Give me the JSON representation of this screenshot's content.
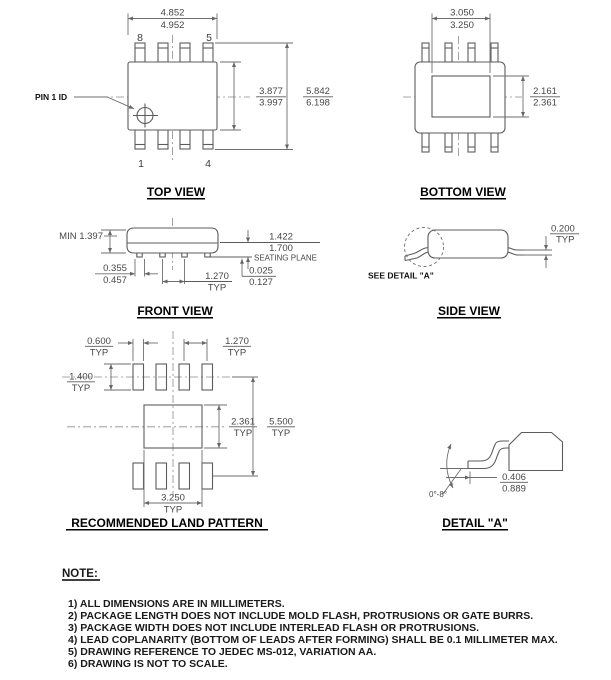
{
  "shared": {
    "typ": "TYP"
  },
  "views": {
    "top": {
      "title": "TOP VIEW",
      "pin1_id": "PIN 1 ID",
      "pin8": "8",
      "pin5": "5",
      "pin1": "1",
      "pin4": "4",
      "w_min": "4.852",
      "w_max": "4.952",
      "body_min": "3.877",
      "body_max": "3.997",
      "oa_min": "5.842",
      "oa_max": "6.198"
    },
    "bottom": {
      "title": "BOTTOM VIEW",
      "w_min": "3.050",
      "w_max": "3.250",
      "h_min": "2.161",
      "h_max": "2.361"
    },
    "front": {
      "title": "FRONT VIEW",
      "min_height": "MIN 1.397",
      "h_min": "1.422",
      "h_max": "1.700",
      "seating": "SEATING PLANE",
      "lw_min": "0.355",
      "lw_max": "0.457",
      "pitch": "1.270",
      "standoff_min": "0.025",
      "standoff_max": "0.127"
    },
    "side": {
      "title": "SIDE VIEW",
      "see_detail": "SEE DETAIL \"A\"",
      "thickness": "0.200"
    },
    "land": {
      "title": "RECOMMENDED LAND PATTERN",
      "pad_w": "0.600",
      "pitch": "1.270",
      "pad_l": "1.400",
      "cpad_h": "2.361",
      "overall": "5.500",
      "cpad_w": "3.250"
    },
    "detail": {
      "title": "DETAIL \"A\"",
      "angle": "0°-8°",
      "foot_min": "0.406",
      "foot_max": "0.889"
    }
  },
  "notes": {
    "heading": "NOTE:",
    "items": [
      "1) ALL DIMENSIONS ARE IN MILLIMETERS.",
      "2) PACKAGE LENGTH DOES NOT INCLUDE MOLD FLASH, PROTRUSIONS OR GATE BURRS.",
      "3) PACKAGE WIDTH DOES NOT INCLUDE INTERLEAD FLASH OR PROTRUSIONS.",
      "4) LEAD COPLANARITY (BOTTOM OF LEADS AFTER FORMING) SHALL BE 0.1 MILLIMETER MAX.",
      "5) DRAWING REFERENCE TO JEDEC MS-012, VARIATION AA.",
      "6) DRAWING IS NOT TO SCALE."
    ]
  },
  "colors": {
    "line": "#5c5c5c",
    "dim_text": "#474747",
    "heading_text": "#000000"
  }
}
